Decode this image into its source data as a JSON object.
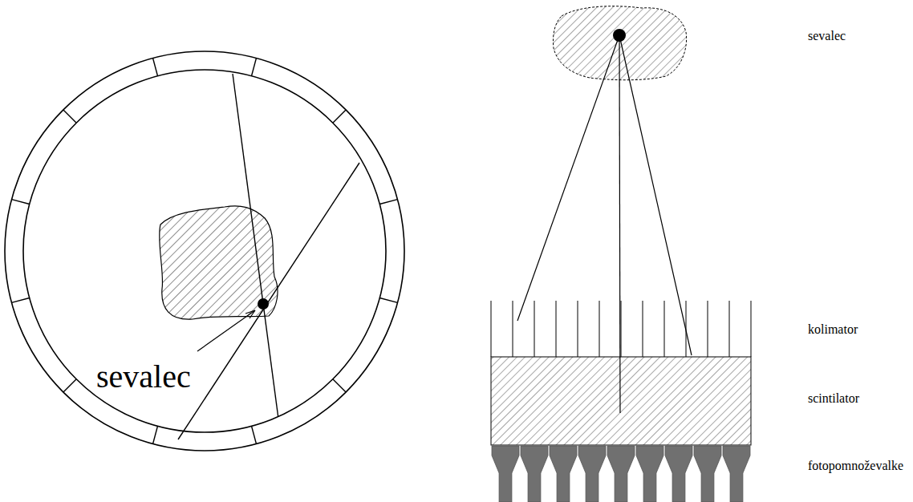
{
  "diagram": {
    "labels": [
      "sevalec",
      "sevalec",
      "kolimator",
      "scintilator",
      "fotopomnoževalke"
    ]
  }
}
